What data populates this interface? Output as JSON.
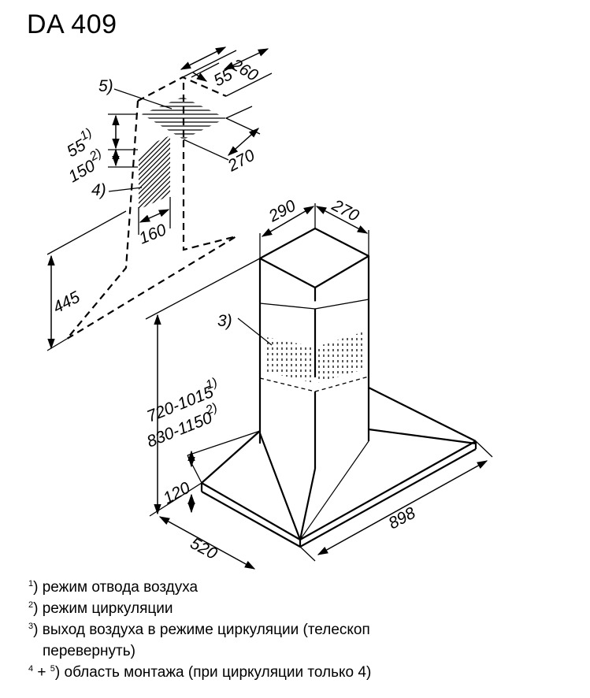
{
  "title": "DA 409",
  "dimensions": {
    "duct_depth": "260",
    "duct_offset": "55",
    "duct_width": "270",
    "height_a_value": "55",
    "height_a_mark": "1)",
    "height_b_value": "150",
    "height_b_mark": "2)",
    "vent_width": "160",
    "mount_height": "445",
    "chimney_width": "290",
    "chimney_depth": "270",
    "total_height_a_value": "720-1015",
    "total_height_a_mark": "1)",
    "total_height_b_value": "830-1150",
    "total_height_b_mark": "2)",
    "canopy_height": "120",
    "canopy_depth": "520",
    "canopy_width": "898"
  },
  "callouts": {
    "mount_area_5": "5)",
    "mount_area_4": "4)",
    "air_outlet_3": "3)"
  },
  "footnotes": {
    "n1_mark": "1",
    "n1_text": ") режим отвода воздуха",
    "n2_mark": "2",
    "n2_text": ") режим циркуляции",
    "n3_mark": "3",
    "n3_text_line1": ") выход воздуха в режиме циркуляции (телескоп",
    "n3_text_line2": "перевернуть)",
    "n45_mark_a": "4",
    "n45_plus": " + ",
    "n45_mark_b": "5",
    "n45_text": ") область монтажа (при циркуляции только 4)"
  }
}
